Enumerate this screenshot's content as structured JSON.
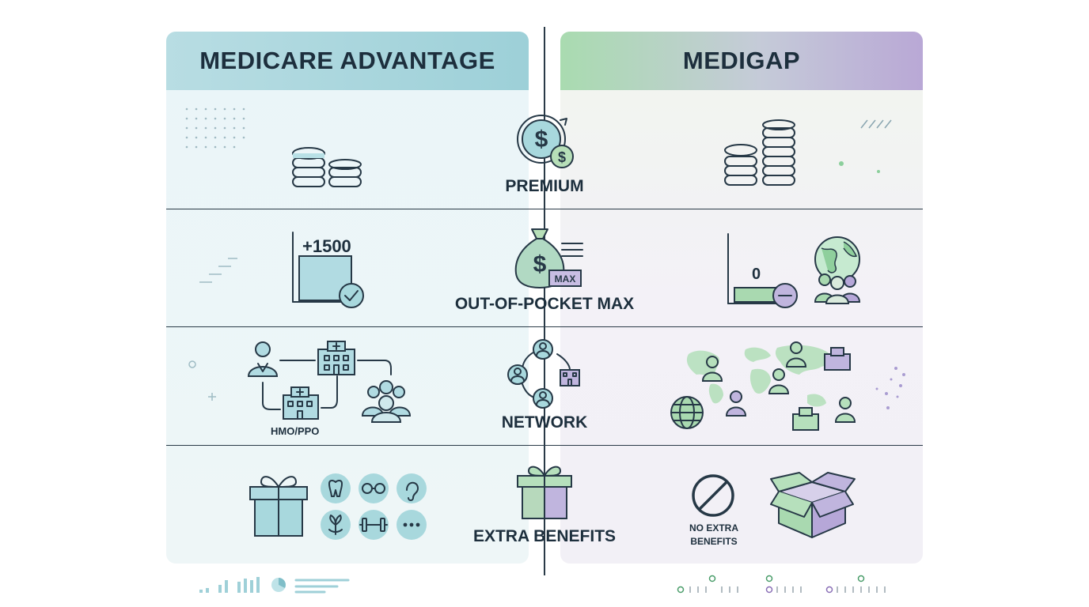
{
  "left_panel": {
    "title": "MEDICARE ADVANTAGE"
  },
  "right_panel": {
    "title": "MEDIGAP"
  },
  "categories": [
    {
      "label": "PREMIUM",
      "icon": "dollar-cycle-icon"
    },
    {
      "label": "OUT-OF-POCKET MAX",
      "icon": "money-bag-icon"
    },
    {
      "label": "NETWORK",
      "icon": "network-icon"
    },
    {
      "label": "EXTRA BENEFITS",
      "icon": "gift-icon"
    }
  ],
  "left": {
    "oop_value": "+1500",
    "network_label": "HMO/PPO"
  },
  "right": {
    "oop_value": "0",
    "no_extra_label": "NO EXTRA BENEFITS"
  },
  "center": {
    "dollar_symbol": "$",
    "max_tag": "MAX",
    "network_label": "NETWORK"
  },
  "colors": {
    "teal": "#8fcbd3",
    "green": "#9fd4a7",
    "purple": "#b6a7d8",
    "ink": "#263846"
  }
}
